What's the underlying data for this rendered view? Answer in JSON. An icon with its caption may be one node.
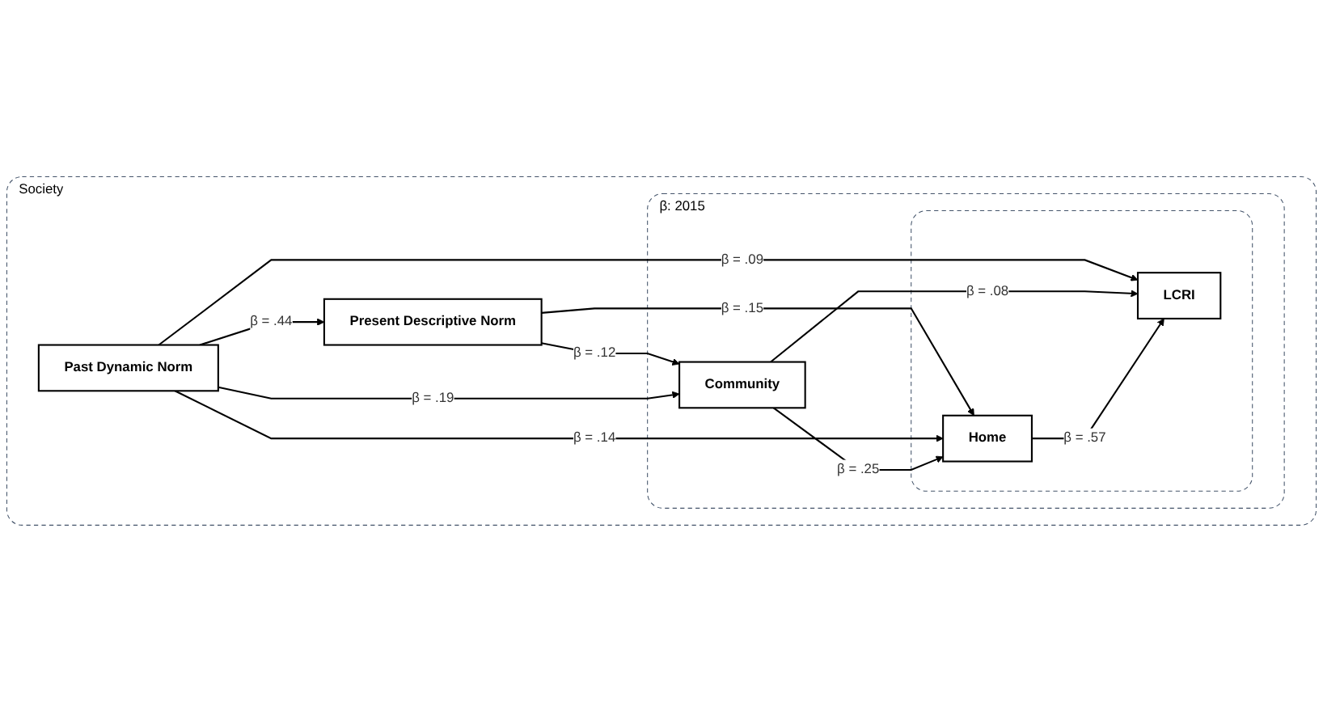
{
  "diagram": {
    "nodes": [
      {
        "text": [
          "Society"
        ]
      },
      {
        "text": [
          "Present Descriptive Norm"
        ],
        "in": 0
      },
      {
        "text": [
          "Past Dynamic Norm"
        ],
        "in": 0
      },
      {
        "text": [
          "β: 2015"
        ],
        "in": 0
      },
      {
        "text": [
          "Community"
        ],
        "in": 3
      },
      {
        "text": [],
        "shape": "box",
        "in": 3
      },
      {
        "text": [
          "Home"
        ],
        "in": 5
      },
      {
        "text": [
          "LCRI"
        ],
        "in": 5
      }
    ],
    "edges": [
      {
        "from": 2,
        "to": 1,
        "arrow": "to",
        "label": "β = .44"
      },
      {
        "from": 1,
        "to": 4,
        "arrow": "to",
        "label": "β = .12"
      },
      {
        "from": 1,
        "to": 6,
        "arrow": "to",
        "label": "β = .15"
      },
      {
        "from": 2,
        "to": 4,
        "arrow": "to",
        "label": "β = .19"
      },
      {
        "from": 2,
        "to": 6,
        "arrow": "to",
        "label": "β = .14"
      },
      {
        "from": 2,
        "to": 7,
        "arrow": "to",
        "label": "β = .09"
      },
      {
        "from": 4,
        "to": 6,
        "arrow": "to",
        "label": "β = .25"
      },
      {
        "from": 4,
        "to": 7,
        "arrow": "to",
        "label": "β = .08"
      },
      {
        "from": 6,
        "to": 7,
        "arrow": "to",
        "label": "β = .57"
      }
    ]
  }
}
